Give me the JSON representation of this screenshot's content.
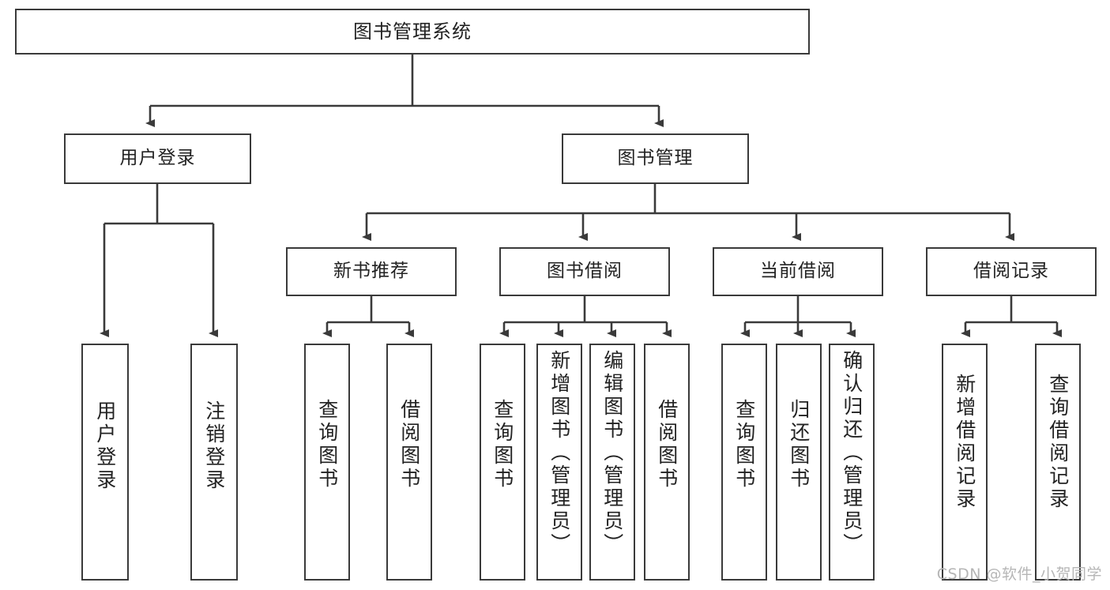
{
  "diagram": {
    "title": "图书管理系统",
    "type": "tree-hierarchy",
    "watermark": "CSDN @软件_小贺同学",
    "colors": {
      "border": "#3a3a3a",
      "background": "#ffffff",
      "text": "#222222",
      "edge": "#3a3a3a",
      "watermark": "#b6b6b6"
    },
    "levels": {
      "root": {
        "label": "图书管理系统"
      },
      "level2": [
        {
          "label": "用户登录"
        },
        {
          "label": "图书管理"
        }
      ],
      "level3": [
        {
          "label": "新书推荐"
        },
        {
          "label": "图书借阅"
        },
        {
          "label": "当前借阅"
        },
        {
          "label": "借阅记录"
        }
      ],
      "leaves": {
        "user_login": [
          {
            "label": "用户登录"
          },
          {
            "label": "注销登录"
          }
        ],
        "new_book_recommend": [
          {
            "label": "查询图书"
          },
          {
            "label": "借阅图书"
          }
        ],
        "book_borrow": [
          {
            "label": "查询图书"
          },
          {
            "label": "新增图书（管理员）"
          },
          {
            "label": "编辑图书（管理员）"
          },
          {
            "label": "借阅图书"
          }
        ],
        "current_borrow": [
          {
            "label": "查询图书"
          },
          {
            "label": "归还图书"
          },
          {
            "label": "确认归还（管理员）"
          }
        ],
        "borrow_record": [
          {
            "label": "新增借阅记录"
          },
          {
            "label": "查询借阅记录"
          }
        ]
      }
    }
  }
}
